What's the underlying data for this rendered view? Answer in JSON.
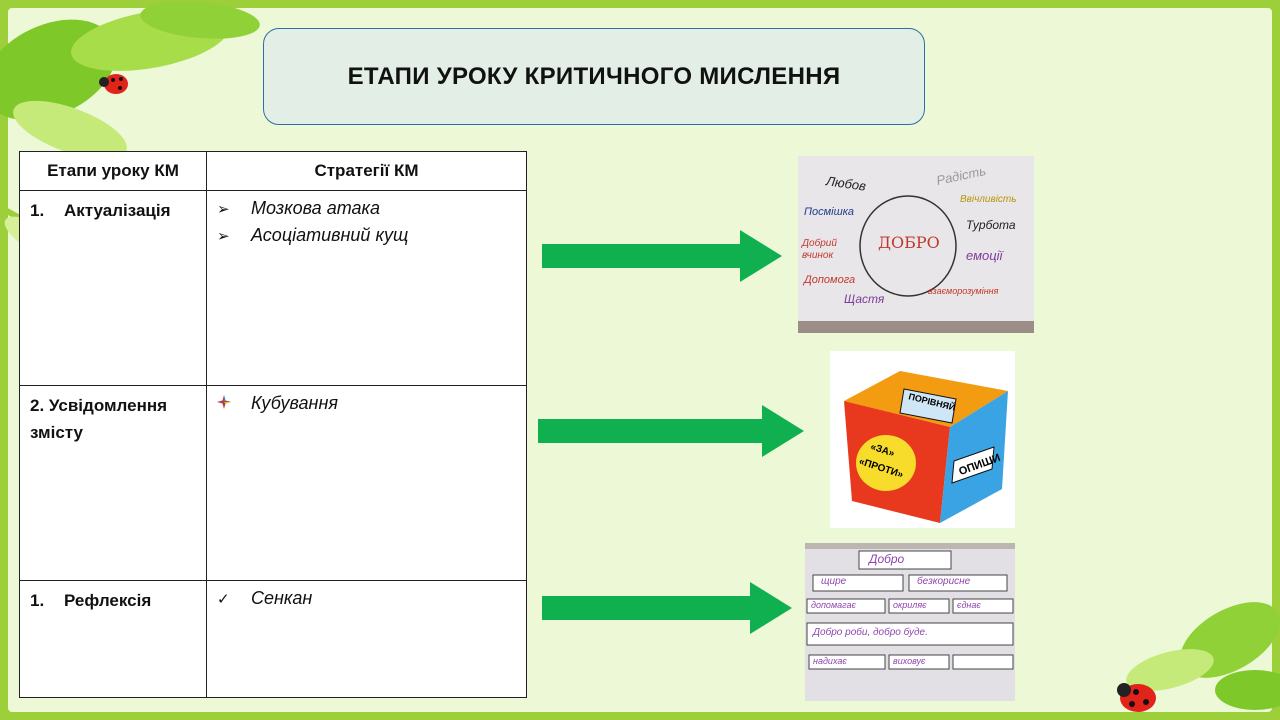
{
  "title": "ЕТАПИ УРОКУ КРИТИЧНОГО МИСЛЕННЯ",
  "table": {
    "headers": [
      "Етапи уроку КМ",
      "Стратегії КМ"
    ],
    "rows": [
      {
        "num": "1.",
        "stage": "Актуалізація",
        "strategies": [
          {
            "marker": "arrowhead-bullet-icon",
            "text": "Мозкова атака"
          },
          {
            "marker": "arrowhead-bullet-icon",
            "text": "Асоціативний кущ"
          }
        ]
      },
      {
        "num": "",
        "stage": "2. Усвідомлення змісту",
        "strategies": [
          {
            "marker": "four-point-star-bullet-icon",
            "text": "Кубування"
          }
        ]
      },
      {
        "num": "1.",
        "stage": "Рефлексія",
        "strategies": [
          {
            "marker": "checkmark-bullet-icon",
            "text": "Сенкан"
          }
        ]
      }
    ]
  },
  "photo1": {
    "center": "ДОБРО",
    "words": [
      "Любов",
      "Радість",
      "Посмішка",
      "Ввічливість",
      "Турбота",
      "Добрий вчинок",
      "емоції",
      "Допомога",
      "Щастя",
      "взаєморозуміння"
    ]
  },
  "photo2": {
    "faces": [
      "ПОРІВНЯЙ",
      "«ЗА»",
      "«ПРОТИ»",
      "ОПИШИ"
    ]
  },
  "photo3": {
    "title": "Добро",
    "row2": [
      "щире",
      "безкорисне"
    ],
    "row3": [
      "допомагає",
      "окриляє",
      "єднає"
    ],
    "row4": "Добро роби, добро буде.",
    "row5": [
      "надихає",
      "виховує"
    ]
  },
  "colors": {
    "arrow": "#10b050",
    "frame": "#9ccf3a"
  }
}
